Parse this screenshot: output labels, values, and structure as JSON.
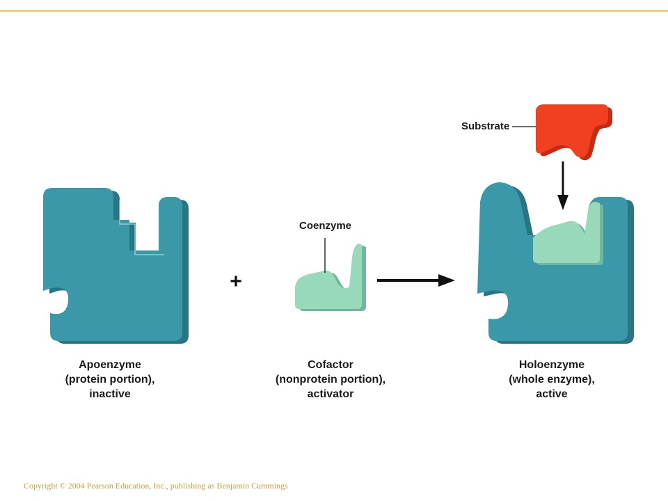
{
  "colors": {
    "top_rule": "#f5d06a",
    "enzyme_front": "#3b98a8",
    "enzyme_side": "#267684",
    "coenzyme_front": "#98d8bb",
    "coenzyme_side": "#6fb89a",
    "substrate_front": "#f0401f",
    "substrate_side": "#c42b12",
    "copyright_text": "#c8a040"
  },
  "labels": {
    "substrate": "Substrate",
    "coenzyme": "Coenzyme",
    "plus": "+"
  },
  "captions": {
    "apoenzyme": [
      "Apoenzyme",
      "(protein portion),",
      "inactive"
    ],
    "cofactor": [
      "Cofactor",
      "(nonprotein portion),",
      "activator"
    ],
    "holoenzyme": [
      "Holoenzyme",
      "(whole enzyme),",
      "active"
    ]
  },
  "footer": {
    "copyright": "Copyright © 2004 Pearson Education, Inc., publishing as Benjamin Cummings"
  }
}
